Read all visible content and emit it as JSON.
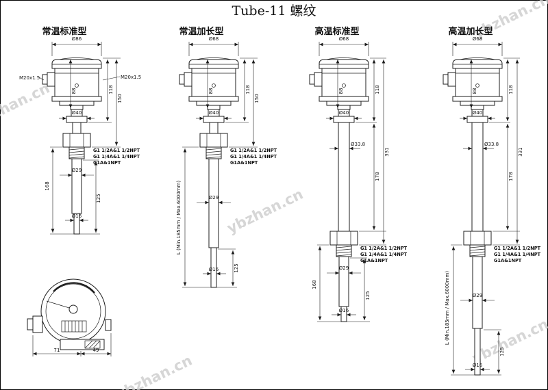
{
  "title": "Tube-11 螺纹",
  "watermark": "ybzhan.cn",
  "columns": [
    {
      "heading": "常温标准型",
      "head_dia": "Ø86",
      "gland_left": "M20x1.5",
      "gland_right": "M20x1.5",
      "head_h": "88",
      "dim_118": "118",
      "dim_150": "150",
      "collar_dia": "Ø40",
      "thread_1": "G1 1/2A&1 1/2NPT",
      "thread_2": "G1 1/4A&1 1/4NPT",
      "thread_3": "G1A&1NPT",
      "probe_dia": "Ø29",
      "insert_len": "168",
      "tip_len": "125",
      "tip_dia": "Ø16"
    },
    {
      "heading": "常温加长型",
      "head_dia": "Ø68",
      "head_h": "88",
      "dim_118": "118",
      "dim_150": "150",
      "collar_dia": "Ø40",
      "thread_1": "G1 1/2A&1 1/2NPT",
      "thread_2": "G1 1/4A&1 1/4NPT",
      "thread_3": "G1A&1NPT",
      "probe_dia": "Ø29",
      "probe_len": "L (Min.185mm / Max.6000mm)",
      "tip_len": "125",
      "tip_dia": "Ø16"
    },
    {
      "heading": "高温标准型",
      "head_dia": "Ø68",
      "head_h": "88",
      "dim_118": "118",
      "tube_dia": "Ø33.8",
      "tube_len": "178",
      "total_len": "331",
      "collar_dia": "Ø40",
      "thread_1": "G1 1/2A&1 1/2NPT",
      "thread_2": "G1 1/4A&1 1/4NPT",
      "thread_3": "G1A&1NPT",
      "probe_dia": "Ø29",
      "insert_len": "168",
      "tip_len": "125",
      "tip_dia": "Ø16"
    },
    {
      "heading": "高温加长型",
      "head_dia": "Ø68",
      "head_h": "88",
      "dim_118": "118",
      "tube_dia": "Ø33.8",
      "tube_len": "178",
      "total_len": "331",
      "collar_dia": "Ø40",
      "thread_1": "G1 1/2A&1 1/2NPT",
      "thread_2": "G1 1/4A&1 1/4NPT",
      "thread_3": "G1A&1NPT",
      "probe_dia": "Ø29",
      "probe_len": "L (Min.185mm / Max.6000mm)",
      "tip_len": "125",
      "tip_dia": "Ø16"
    }
  ],
  "top_view": {
    "dim_left": "71",
    "dim_right": "49"
  }
}
